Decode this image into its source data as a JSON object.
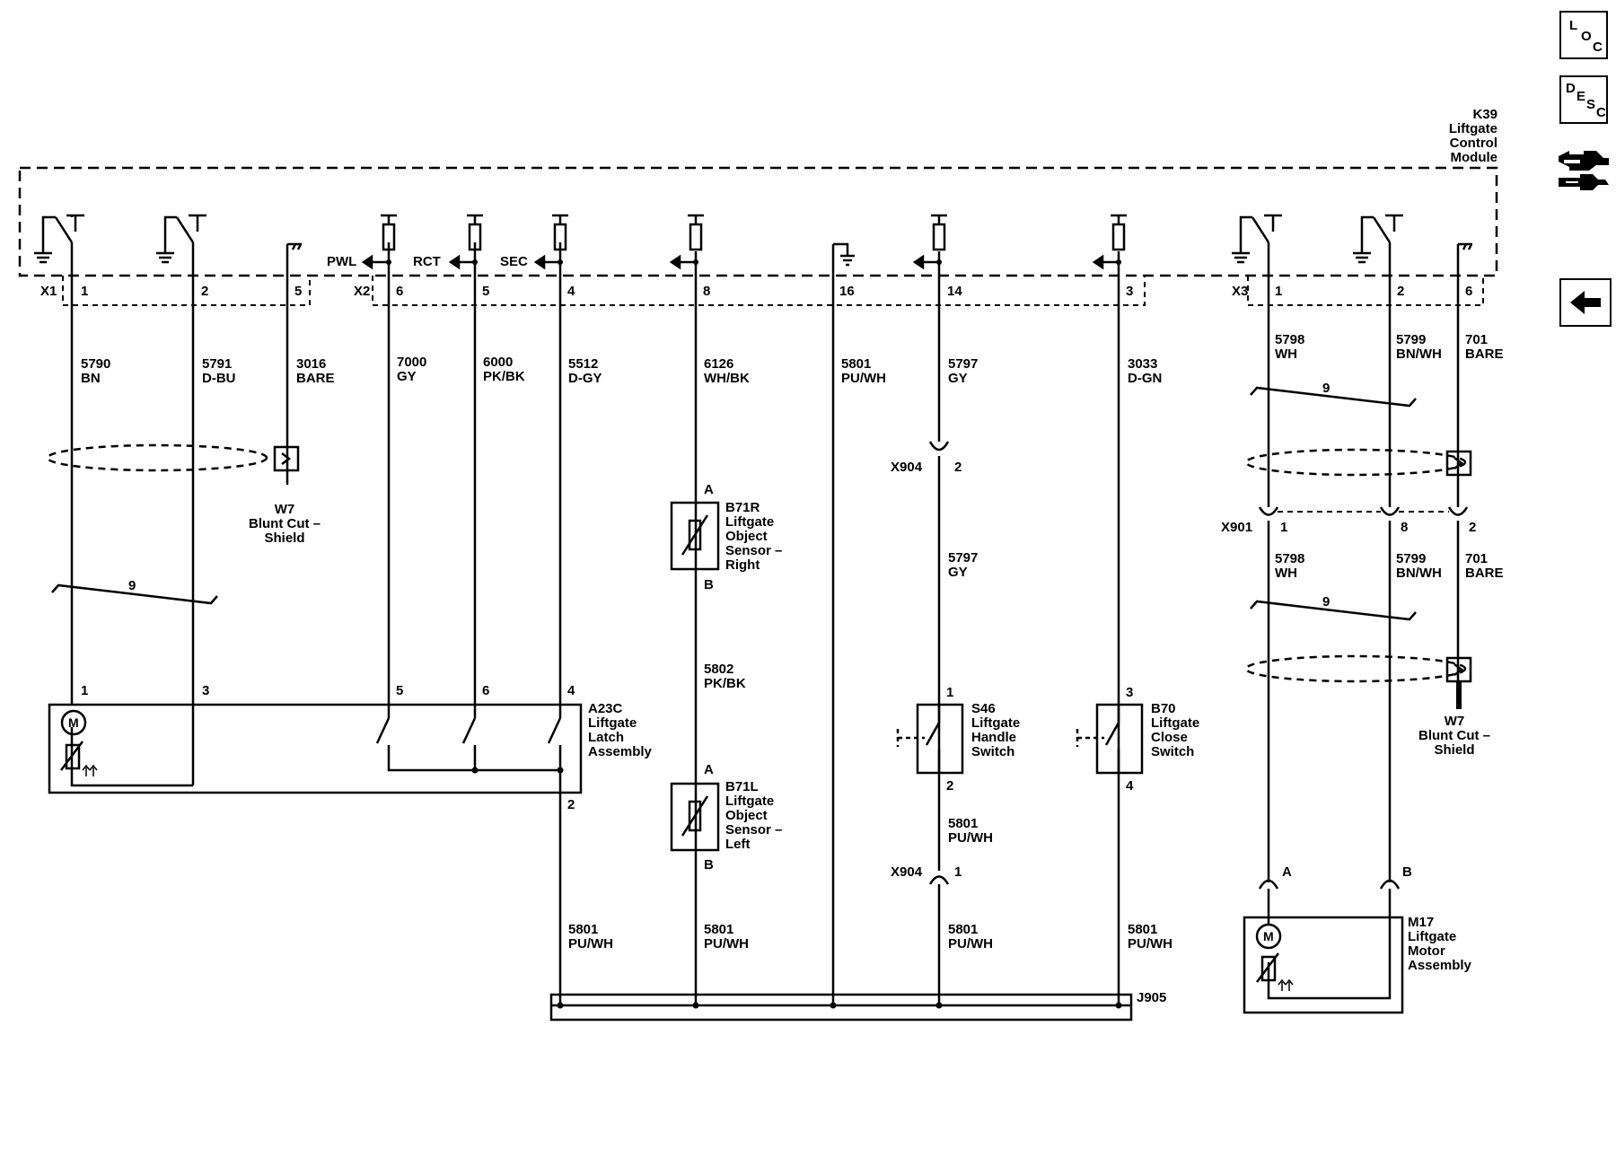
{
  "module": {
    "id": "K39",
    "line1": "Liftgate",
    "line2": "Control",
    "line3": "Module"
  },
  "connectors": {
    "x1": "X1",
    "x2": "X2",
    "x3": "X3",
    "x904": "X904",
    "x901": "X901",
    "j905": "J905"
  },
  "pins_top": {
    "x1_1": "1",
    "x1_2": "2",
    "x1_5": "5",
    "x2_6": "6",
    "x2_5": "5",
    "x2_4": "4",
    "x2_8": "8",
    "x2_16": "16",
    "x2_14": "14",
    "x2_3": "3",
    "x3_1": "1",
    "x3_2": "2",
    "x3_6": "6"
  },
  "signals": {
    "pwl": "PWL",
    "rct": "RCT",
    "sec": "SEC"
  },
  "wires": {
    "w5790": {
      "num": "5790",
      "color": "BN"
    },
    "w5791": {
      "num": "5791",
      "color": "D-BU"
    },
    "w3016": {
      "num": "3016",
      "color": "BARE"
    },
    "w7000": {
      "num": "7000",
      "color": "GY"
    },
    "w6000": {
      "num": "6000",
      "color": "PK/BK"
    },
    "w5512": {
      "num": "5512",
      "color": "D-GY"
    },
    "w6126": {
      "num": "6126",
      "color": "WH/BK"
    },
    "w5801": {
      "num": "5801",
      "color": "PU/WH"
    },
    "w5797": {
      "num": "5797",
      "color": "GY"
    },
    "w3033": {
      "num": "3033",
      "color": "D-GN"
    },
    "w5798": {
      "num": "5798",
      "color": "WH"
    },
    "w5799": {
      "num": "5799",
      "color": "BN/WH"
    },
    "w701": {
      "num": "701",
      "color": "BARE"
    },
    "w5802": {
      "num": "5802",
      "color": "PK/BK"
    }
  },
  "twist": "9",
  "shield": {
    "id": "W7",
    "line1": "Blunt Cut –",
    "line2": "Shield"
  },
  "latch": {
    "id": "A23C",
    "line1": "Liftgate",
    "line2": "Latch",
    "line3": "Assembly",
    "p1": "1",
    "p3": "3",
    "p5": "5",
    "p6": "6",
    "p4": "4",
    "p2": "2"
  },
  "sensor_right": {
    "id": "B71R",
    "line1": "Liftgate",
    "line2": "Object",
    "line3": "Sensor –",
    "line4": "Right",
    "pa": "A",
    "pb": "B"
  },
  "sensor_left": {
    "id": "B71L",
    "line1": "Liftgate",
    "line2": "Object",
    "line3": "Sensor –",
    "line4": "Left",
    "pa": "A",
    "pb": "B"
  },
  "handle_switch": {
    "id": "S46",
    "line1": "Liftgate",
    "line2": "Handle",
    "line3": "Switch",
    "p1": "1",
    "p2": "2"
  },
  "close_switch": {
    "id": "B70",
    "line1": "Liftgate",
    "line2": "Close",
    "line3": "Switch",
    "p3": "3",
    "p4": "4"
  },
  "motor": {
    "id": "M17",
    "line1": "Liftgate",
    "line2": "Motor",
    "line3": "Assembly",
    "pa": "A",
    "pb": "B",
    "m": "M"
  },
  "x904_pins": {
    "p2": "2",
    "p1": "1"
  },
  "x901_pins": {
    "p1": "1",
    "p8": "8",
    "p2": "2"
  },
  "nav": {
    "loc_l": "L",
    "loc_o": "O",
    "loc_c": "C",
    "desc_d": "D",
    "desc_e": "E",
    "desc_s": "S",
    "desc_c": "C"
  },
  "colors": {
    "line": "#000000",
    "background": "#ffffff"
  }
}
